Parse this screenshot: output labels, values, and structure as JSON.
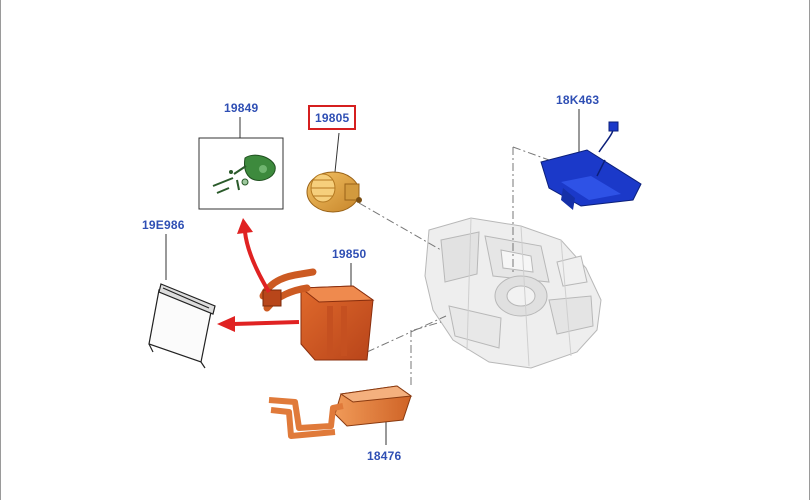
{
  "diagram": {
    "parts": [
      {
        "id": "19849",
        "name": "19849"
      },
      {
        "id": "19805",
        "name": "19805",
        "highlighted": true
      },
      {
        "id": "18K463",
        "name": "18K463"
      },
      {
        "id": "19E986",
        "name": "19E986"
      },
      {
        "id": "19850",
        "name": "19850"
      },
      {
        "id": "18476",
        "name": "18476"
      }
    ],
    "colors": {
      "label": "#2f4fb4",
      "highlight": "#d51f1f",
      "arrow": "#e02222",
      "evaporator": "#d4581f",
      "heater_core": "#e07a3a",
      "blower_motor": "#e3a63a",
      "resistor_module": "#1b39c9",
      "kit_green": "#3a7a3a",
      "housing": "#d8d8d8"
    }
  }
}
